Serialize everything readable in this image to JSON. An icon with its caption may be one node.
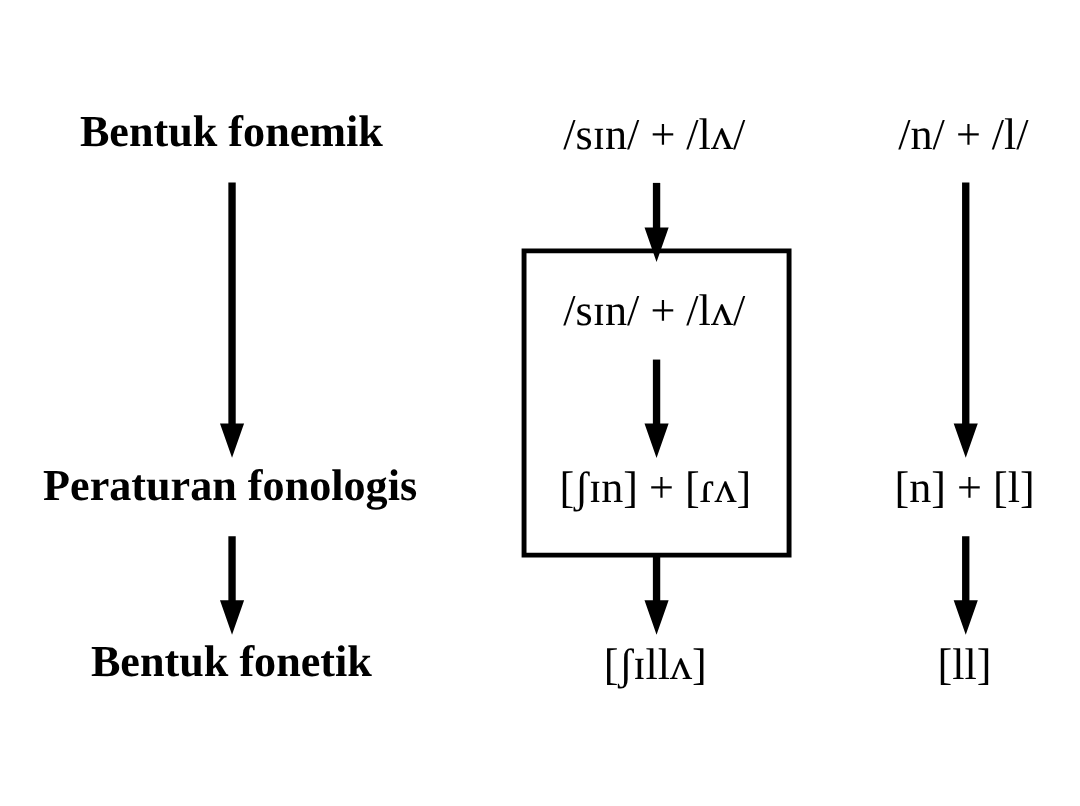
{
  "diagram": {
    "nodes": [
      {
        "text": [
          "Bentuk fonemik"
        ]
      },
      {
        "text": [
          "Peraturan fonologis"
        ]
      },
      {
        "text": [
          "Bentuk fonetik"
        ]
      },
      {
        "text": [
          "/sɪn/ + /lʌ/"
        ]
      },
      {
        "text": [],
        "shape": "box"
      },
      {
        "text": [
          "/sɪn/ + /lʌ/"
        ],
        "in": 4
      },
      {
        "text": [
          "[ʃɪn] + [ɾʌ]"
        ],
        "in": 4
      },
      {
        "text": [
          "[ʃɪllʌ]"
        ]
      },
      {
        "text": [
          "/n/ + /l/"
        ]
      },
      {
        "text": [
          "[n] + [l]"
        ]
      },
      {
        "text": [
          "[ll]"
        ]
      }
    ],
    "edges": [
      {
        "from": 0,
        "to": 1,
        "arrow": "to"
      },
      {
        "from": 1,
        "to": 2,
        "arrow": "to"
      },
      {
        "from": 3,
        "to": 4,
        "arrow": "to"
      },
      {
        "from": 5,
        "to": 6,
        "arrow": "to"
      },
      {
        "from": 4,
        "to": 7,
        "arrow": "to"
      },
      {
        "from": 8,
        "to": 9,
        "arrow": "to"
      },
      {
        "from": 9,
        "to": 10,
        "arrow": "to"
      }
    ]
  }
}
